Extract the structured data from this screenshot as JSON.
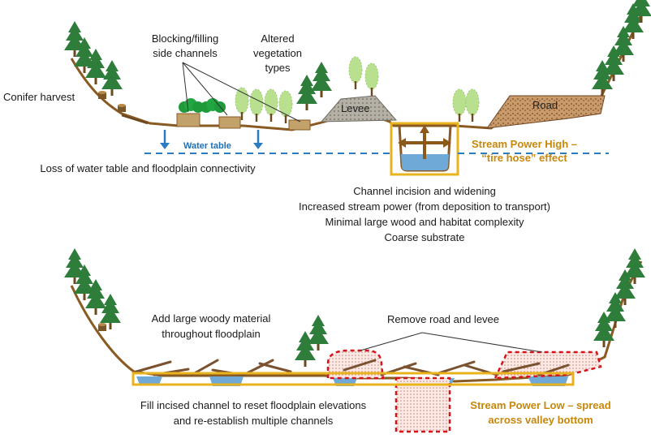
{
  "top": {
    "conifer_harvest": "Conifer harvest",
    "blocking_side_channels": [
      "Blocking/filling",
      "side channels"
    ],
    "altered_vegetation": [
      "Altered",
      "vegetation",
      "types"
    ],
    "levee": "Levee",
    "road": "Road",
    "water_table": "Water table",
    "loss_water_table": "Loss of water table and floodplain connectivity",
    "impacts": [
      "Channel incision and widening",
      "Increased stream power (from deposition to transport)",
      "Minimal large wood and habitat complexity",
      "Coarse substrate"
    ],
    "stream_power_high": [
      "Stream Power High –",
      "“tire hose” effect"
    ]
  },
  "bottom": {
    "add_large_woody": [
      "Add large woody material",
      "throughout floodplain"
    ],
    "remove_road_levee": "Remove road and levee",
    "fill_incised": [
      "Fill incised channel to reset floodplain elevations",
      "and re-establish multiple channels"
    ],
    "stream_power_low": [
      "Stream Power Low – spread",
      "across valley bottom"
    ]
  },
  "colors": {
    "ground": "#8a5a23",
    "water": "#6ea9d8",
    "highlight_box": "#e8b31c",
    "highlight_text": "#c8870a",
    "water_table_line": "#2a7bbf",
    "removed_dashed": "#d4141a",
    "conifer": "#2f7d3a",
    "deciduous": "#9fd17a",
    "road_fill": "#c99a6a"
  },
  "icons": [
    "conifer-tree-icon",
    "deciduous-tree-icon",
    "arrow-down-icon",
    "four-way-arrow-icon",
    "tree-stump-icon",
    "log-icon"
  ]
}
